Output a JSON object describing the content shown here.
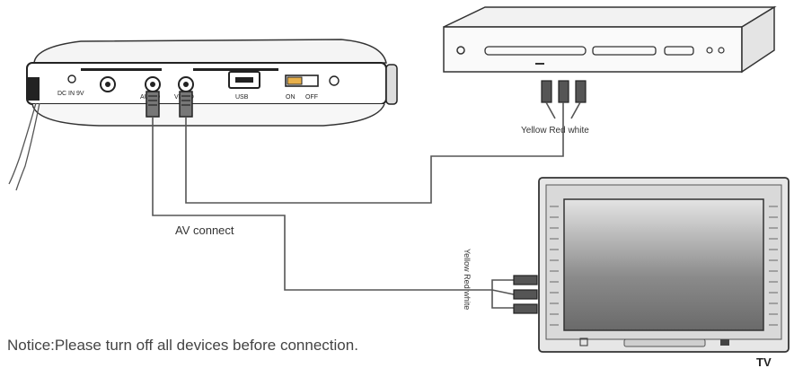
{
  "player": {
    "port_dc": "DC IN 9V",
    "port_audio": "AUDIO",
    "port_video": "VIDEO",
    "port_usb": "USB",
    "switch_on": "ON",
    "switch_off": "OFF"
  },
  "dvd": {
    "cable_colors": "Yellow Red white"
  },
  "connection_label": "AV connect",
  "tv": {
    "cable_colors": "Yellow Red white",
    "label": "TV"
  },
  "notice": "Notice:Please turn off all devices before connection."
}
